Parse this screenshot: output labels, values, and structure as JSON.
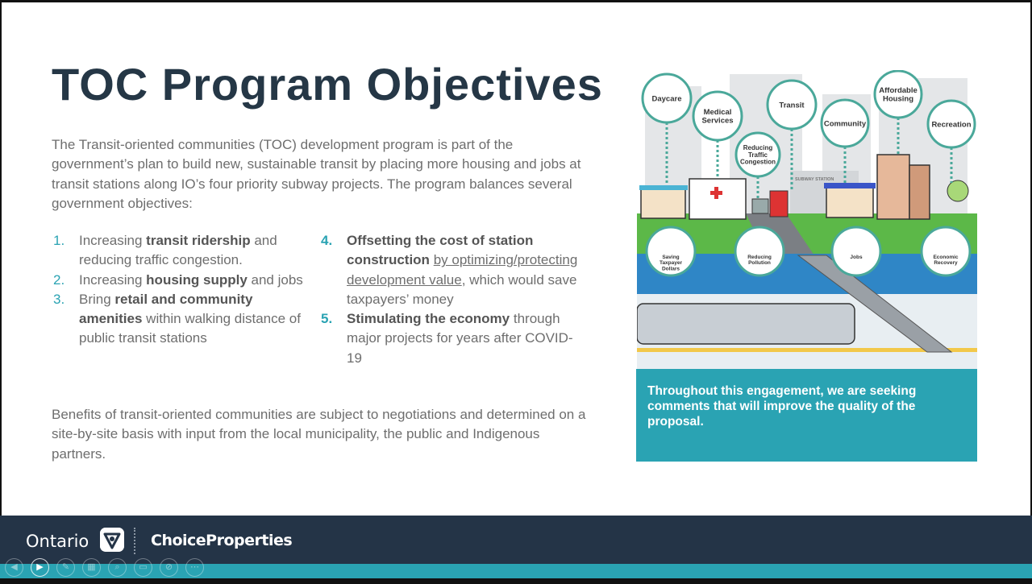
{
  "slide": {
    "title": "TOC Program Objectives",
    "intro": "The Transit-oriented communities (TOC) development program is part of the government’s plan to build new, sustainable transit by placing more housing and jobs at transit stations along IO’s four priority subway projects. The program balances several government objectives:",
    "objectives": [
      {
        "num": "1.",
        "pre": "Increasing ",
        "bold": "transit ridership",
        "post": " and reducing traffic congestion."
      },
      {
        "num": "2.",
        "pre": "Increasing ",
        "bold": "housing supply",
        "post": " and jobs"
      },
      {
        "num": "3.",
        "pre": "Bring ",
        "bold": "retail and community amenities",
        "post": " within walking distance of public transit stations"
      },
      {
        "num": "4.",
        "bold": "Offsetting the cost of station construction",
        "underline": "by optimizing/protecting development value",
        "post": ", which would save taxpayers’ money"
      },
      {
        "num": "5.",
        "bold": "Stimulating the economy",
        "post": " through major projects for years after COVID-19"
      }
    ],
    "benefits": "Benefits of transit-oriented communities are subject to negotiations and determined on a site-by-site basis with input from the local municipality, the public and Indigenous partners.",
    "illustration": {
      "top_labels": [
        "Daycare",
        "Medical Services",
        "Reducing Traffic Congestion",
        "Transit",
        "Community",
        "Affordable Housing",
        "Recreation"
      ],
      "station_sign": "SUBWAY STATION",
      "bottom_labels": [
        "Saving Taxpayer Dollars",
        "Reducing Pollution",
        "Jobs",
        "Economic Recovery"
      ]
    },
    "callout": "Throughout this engagement, we are seeking comments that will improve the quality of the proposal."
  },
  "footer": {
    "ontario": "Ontario",
    "choice": "ChoiceProperties"
  },
  "controls": [
    "previous",
    "next",
    "pen",
    "slides",
    "zoom",
    "subtitles",
    "video",
    "more"
  ],
  "colors": {
    "accent": "#2aa3b3",
    "navy": "#253746",
    "footer": "#243447"
  }
}
